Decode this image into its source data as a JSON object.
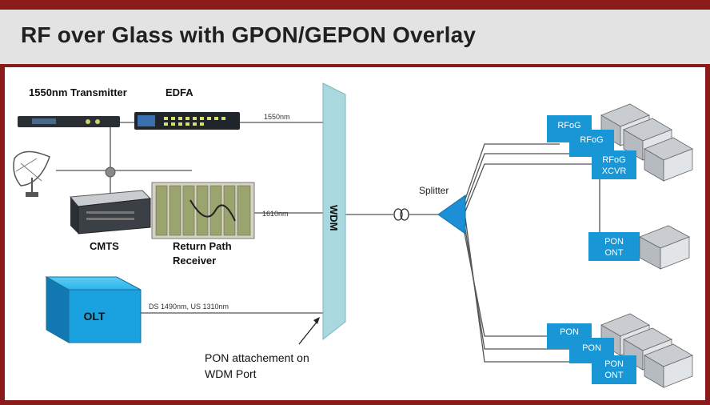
{
  "header": {
    "title": "RF over Glass with GPON/GEPON Overlay"
  },
  "labels": {
    "transmitter": "1550nm Transmitter",
    "edfa": "EDFA",
    "cmts": "CMTS",
    "return_path_line1": "Return Path",
    "return_path_line2": "Receiver",
    "olt": "OLT",
    "wdm": "WDM",
    "splitter": "Splitter",
    "pon_attach_line1": "PON attachement on",
    "pon_attach_line2": "WDM Port"
  },
  "fiber_labels": {
    "downstream": "1550nm",
    "return": "1610nm",
    "pon": "DS 1490nm, US 1310nm"
  },
  "rfog_units": [
    {
      "line1": "RFoG",
      "line2": ""
    },
    {
      "line1": "RFoG",
      "line2": ""
    },
    {
      "line1": "RFoG",
      "line2": "XCVR"
    }
  ],
  "pon_single": {
    "line1": "PON",
    "line2": "ONT"
  },
  "pon_units": [
    {
      "line1": "PON",
      "line2": ""
    },
    {
      "line1": "PON",
      "line2": ""
    },
    {
      "line1": "PON",
      "line2": "ONT"
    }
  ],
  "colors": {
    "frame": "#8b1a1a",
    "title_bar": "#e3e3e3",
    "wdm": "#a9d9df",
    "blue_box": "#1996d6",
    "splitter": "#1c8fd6",
    "olt": "#1aa2e0"
  }
}
